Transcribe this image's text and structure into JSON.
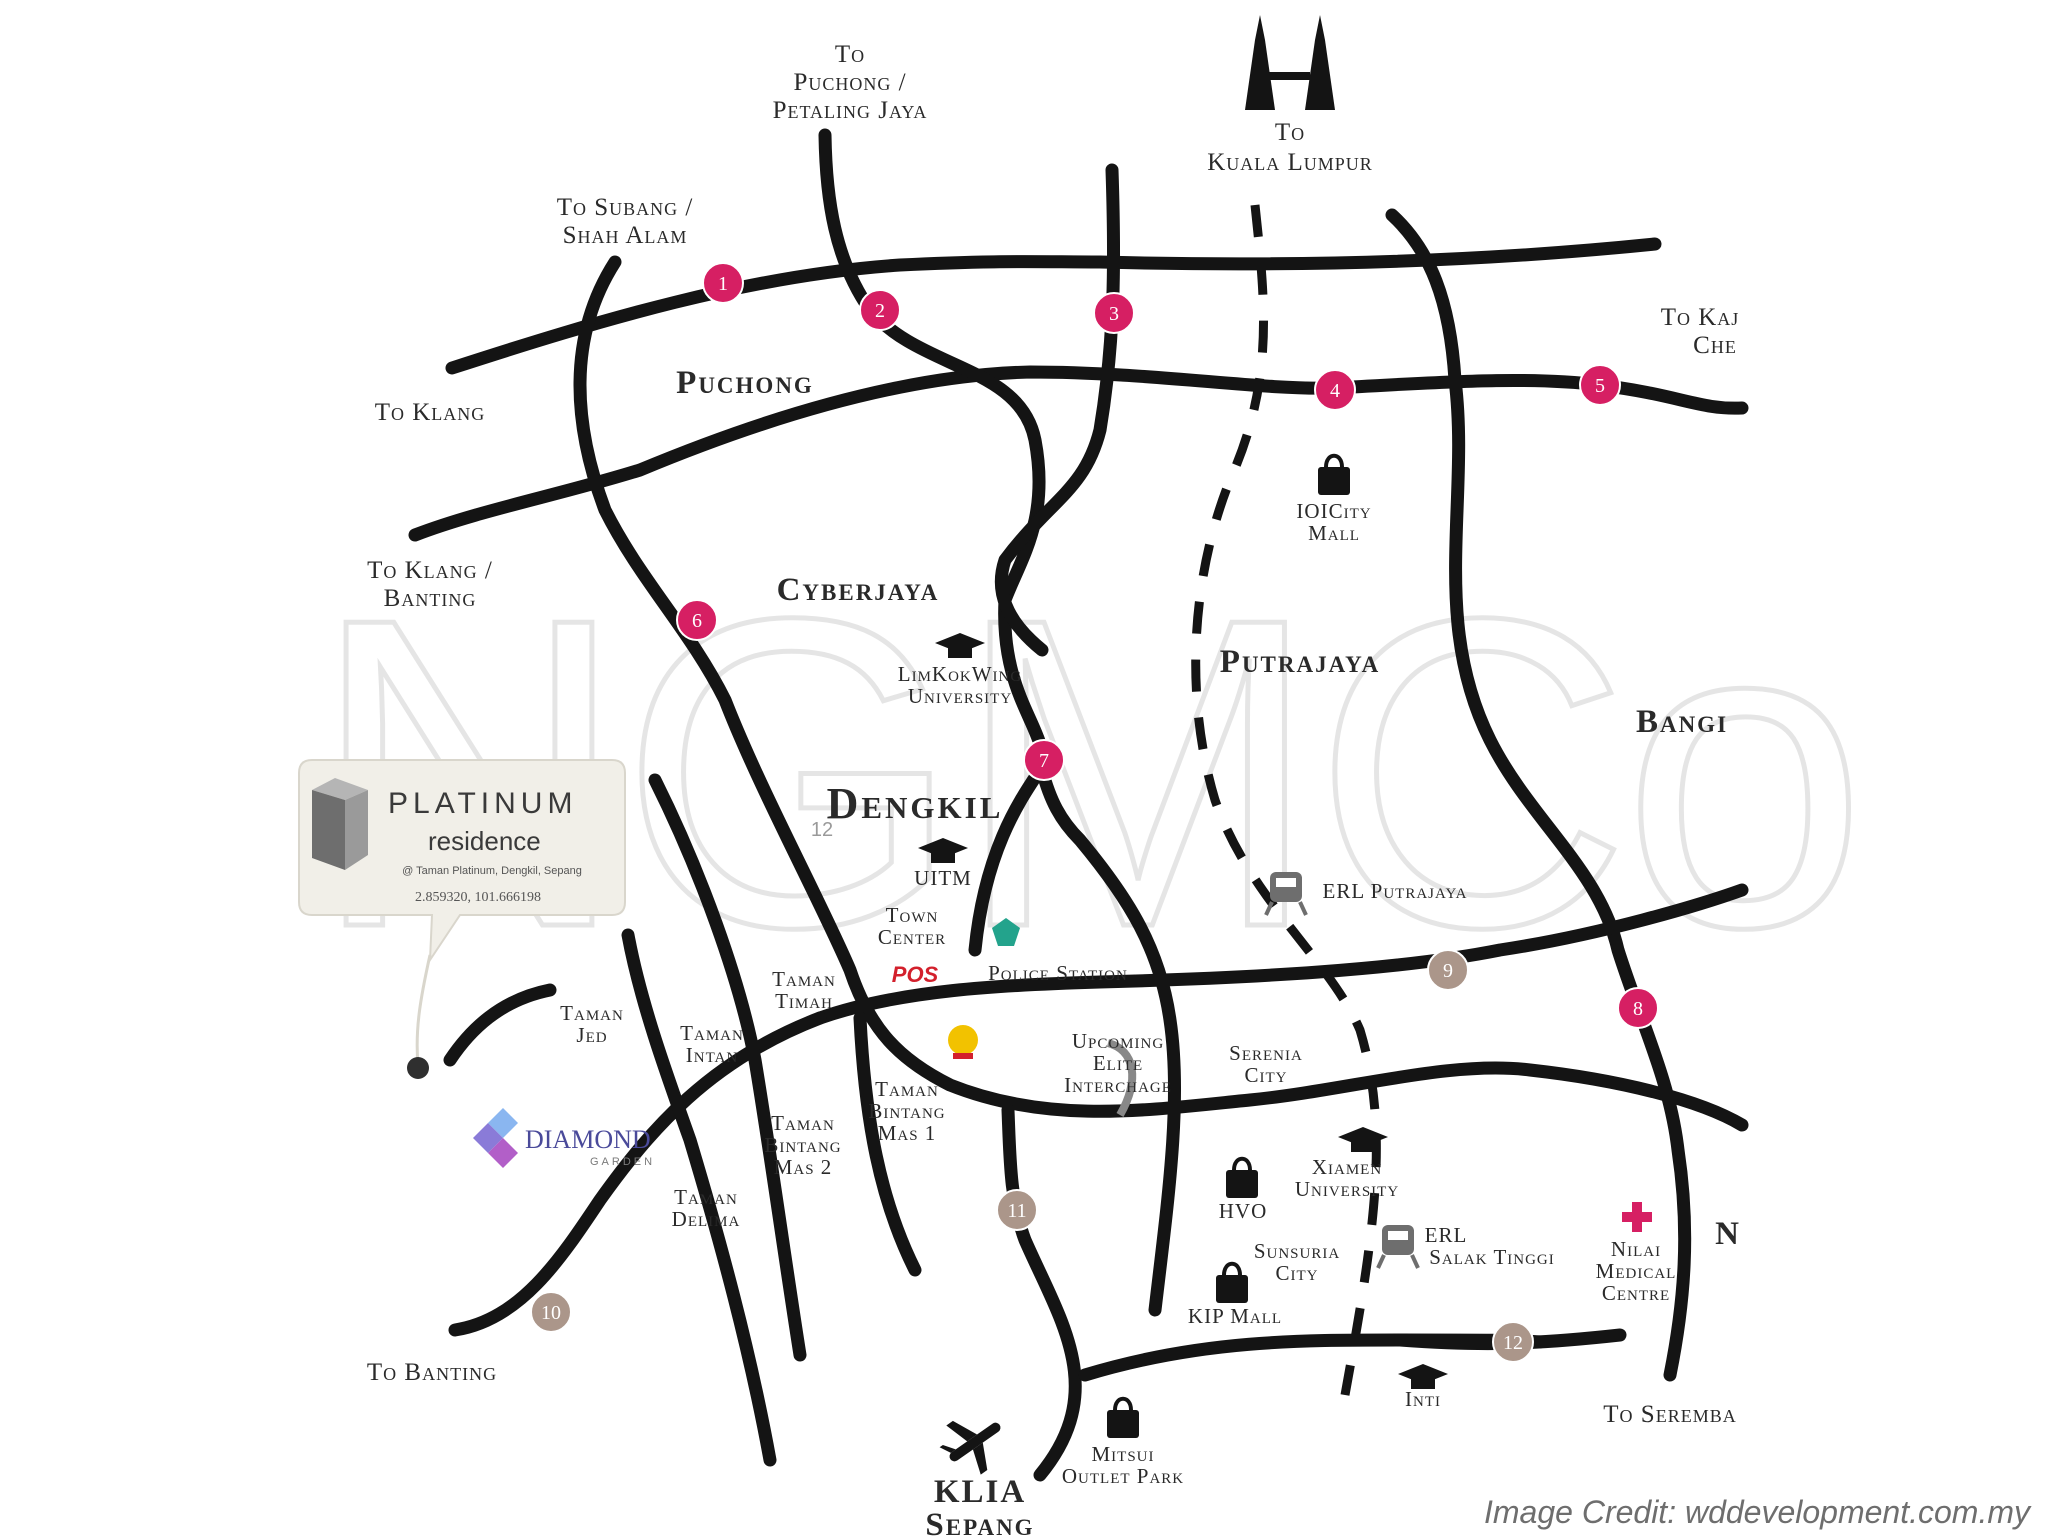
{
  "destinations": {
    "puchong_pj_1": "To",
    "puchong_pj_2": "Puchong /",
    "puchong_pj_3": "Petaling Jaya",
    "kl_1": "To",
    "kl_2": "Kuala Lumpur",
    "subang_1": "To Subang /",
    "subang_2": "Shah Alam",
    "kajang_1": "To Kaj",
    "kajang_2": "Che",
    "klang": "To Klang",
    "klang_banting_1": "To Klang /",
    "klang_banting_2": "Banting",
    "banting": "To Banting",
    "seremban": "To Seremba",
    "n_cut": "N"
  },
  "areas": {
    "puchong": "Puchong",
    "cyberjaya": "Cyberjaya",
    "putrajaya": "Putrajaya",
    "bangi": "Bangi",
    "dengkil": "Dengkil",
    "klia_1": "KLIA",
    "klia_2": "Sepang"
  },
  "pois": {
    "ioicity_1": "IOICity",
    "ioicity_2": "Mall",
    "limkokwing_1": "LimKokWing",
    "limkokwing_2": "University",
    "uitm": "UITM",
    "town_center_1": "Town",
    "town_center_2": "Center",
    "police": "Police Station",
    "erl_putrajaya": "ERL Putrajaya",
    "upcoming_1": "Upcoming",
    "upcoming_2": "Elite",
    "upcoming_3": "Interchage",
    "serenia_1": "Serenia",
    "serenia_2": "City",
    "xiamen_1": "Xiamen",
    "xiamen_2": "University",
    "hvo": "HVO",
    "erl_salak_1": "ERL",
    "erl_salak_2": "Salak Tinggi",
    "sunsuria_1": "Sunsuria",
    "sunsuria_2": "City",
    "kip": "KIP Mall",
    "nilai_1": "Nilai",
    "nilai_2": "Medical",
    "nilai_3": "Centre",
    "inti": "Inti",
    "mitsui_1": "Mitsui",
    "mitsui_2": "Outlet Park",
    "pos": "POS",
    "diamond_1": "DIAMOND",
    "diamond_2": "GARDEN"
  },
  "tamans": {
    "jed_1": "Taman",
    "jed_2": "Jed",
    "intan_1": "Taman",
    "intan_2": "Intan",
    "timah_1": "Taman",
    "timah_2": "Timah",
    "bintang1_1": "Taman",
    "bintang1_2": "Bintang",
    "bintang1_3": "Mas 1",
    "bintang2_1": "Taman",
    "bintang2_2": "Bintang",
    "bintang2_3": "Mas 2",
    "delima_1": "Taman",
    "delima_2": "Delima"
  },
  "nodes": [
    "1",
    "2",
    "3",
    "4",
    "5",
    "6",
    "7",
    "8",
    "9",
    "10",
    "11",
    "12"
  ],
  "highway_marker": "12",
  "platinum": {
    "title": "PLATINUM",
    "subtitle": "residence",
    "address": "@ Taman Platinum, Dengkil, Sepang",
    "coords": "2.859320, 101.666198"
  },
  "watermark": "NGMCo",
  "credit": "Image Credit: wddevelopment.com.my",
  "colors": {
    "interchange": "#d61f63",
    "junction": "#ab968a",
    "road": "#141414",
    "medical": "#d61f63",
    "police": "#23a38c",
    "pos": "#d3202c",
    "diamond": "#8a7bd8"
  }
}
